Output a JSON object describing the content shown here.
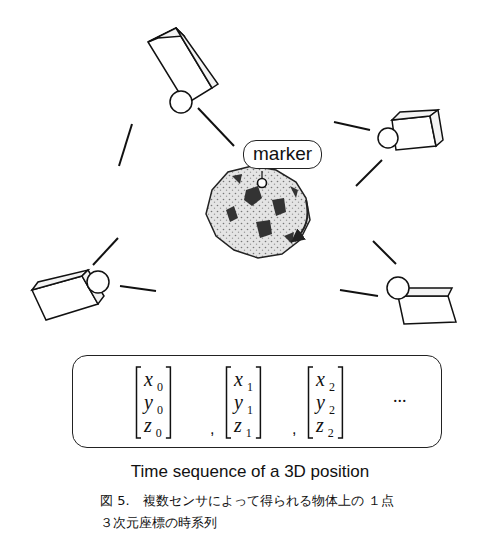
{
  "diagram": {
    "caption": "図 5.　複数センサによって得られる物体上の １点３次元座標の時系列",
    "nodes": [
      {
        "text": [
          "marker"
        ]
      },
      {
        "text": [
          "..."
        ]
      },
      {
        "text": [
          "x",
          "0",
          "y",
          "0",
          "z",
          "0"
        ],
        "in": 1
      },
      {
        "text": [
          "x",
          "1",
          "y",
          "1",
          "z",
          "1"
        ],
        "in": 1
      },
      {
        "text": [
          "x",
          "2",
          "y",
          "2",
          "z",
          "2"
        ],
        "in": 1
      }
    ],
    "labels": [
      ",",
      ",",
      "Time sequence of a 3D position"
    ]
  }
}
